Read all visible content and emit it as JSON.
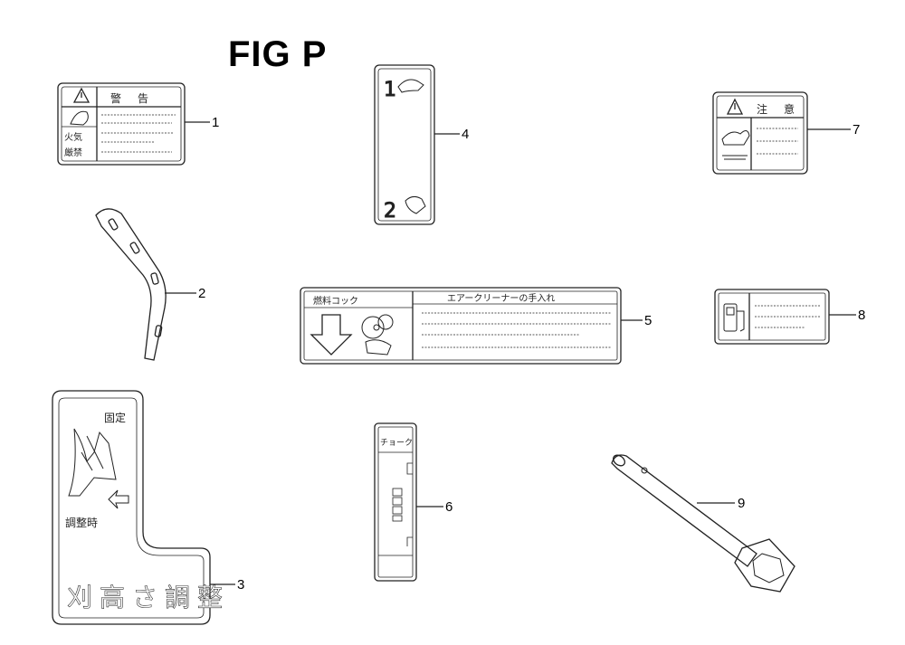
{
  "figure": {
    "title": "FIG P"
  },
  "parts": [
    {
      "number": "1",
      "label_text": [
        "⚠",
        "警",
        "告",
        "火気",
        "厳禁"
      ]
    },
    {
      "number": "2"
    },
    {
      "number": "3",
      "label_text": [
        "固定",
        "調整時",
        "刈高さ調整"
      ]
    },
    {
      "number": "4",
      "label_text": [
        "1",
        "2"
      ]
    },
    {
      "number": "5",
      "label_text": [
        "燃料コック",
        "エアークリーナーの手入れ"
      ]
    },
    {
      "number": "6",
      "label_text": [
        "チョーク"
      ]
    },
    {
      "number": "7",
      "label_text": [
        "⚠",
        "注",
        "意"
      ]
    },
    {
      "number": "8"
    },
    {
      "number": "9"
    }
  ],
  "icons": [
    "warning-triangle-icon",
    "down-arrow-icon",
    "fuel-pump-icon",
    "hand-icon"
  ]
}
